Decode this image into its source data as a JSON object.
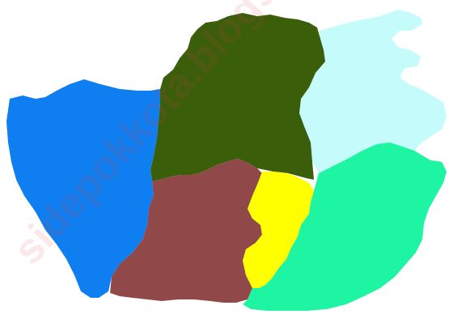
{
  "map": {
    "watermark": "sidepokkota.blogspot",
    "regions": [
      {
        "id": "north",
        "color": "#3b5e0b"
      },
      {
        "id": "northeast",
        "color": "#c6fbfb"
      },
      {
        "id": "west",
        "color": "#0f7ef0"
      },
      {
        "id": "southwest",
        "color": "#904848"
      },
      {
        "id": "center",
        "color": "#ffff00"
      },
      {
        "id": "southeast",
        "color": "#1ef5a2"
      }
    ]
  }
}
